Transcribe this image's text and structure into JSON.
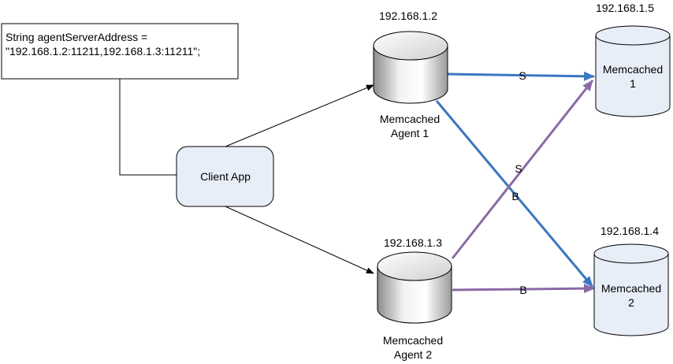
{
  "note": {
    "line1": "String agentServerAddress =",
    "line2": "\"192.168.1.2:11211,192.168.1.3:11211\";"
  },
  "client": {
    "label": "Client App"
  },
  "agents": [
    {
      "ip": "192.168.1.2",
      "name_line1": "Memcached",
      "name_line2": "Agent 1"
    },
    {
      "ip": "192.168.1.3",
      "name_line1": "Memcached",
      "name_line2": "Agent 2"
    }
  ],
  "servers": [
    {
      "ip": "192.168.1.5",
      "name_line1": "Memcached",
      "name_line2": "1"
    },
    {
      "ip": "192.168.1.4",
      "name_line1": "Memcached",
      "name_line2": "2"
    }
  ],
  "links": {
    "agent1_to_server1": "S",
    "agent1_to_server2": "B",
    "agent2_to_server1": "S",
    "agent2_to_server2": "B"
  },
  "colors": {
    "blue_link": "#3a78c0",
    "purple_link": "#8a6aa6",
    "client_fill": "#e8eef8",
    "server_fill": "#e8eef8"
  }
}
